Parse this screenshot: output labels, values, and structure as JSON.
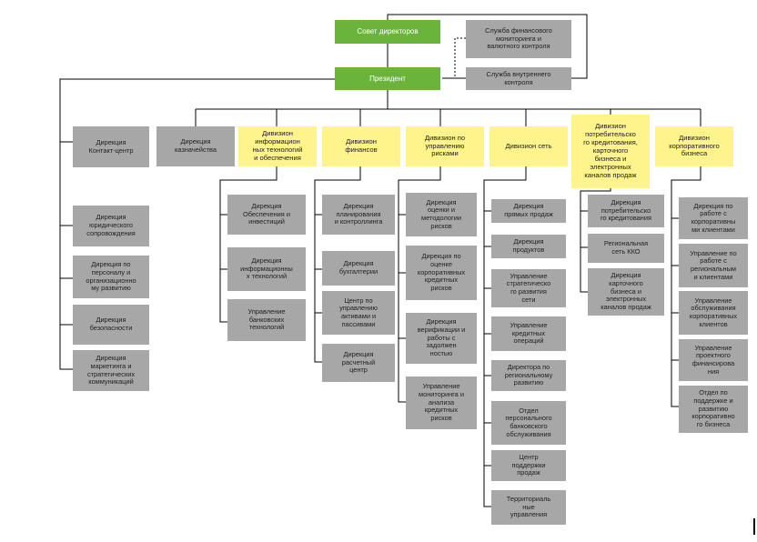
{
  "nodes": {
    "board": "Совет директоров",
    "president": "Президент",
    "fin_monitoring": "Служба финансового\nмониторинга и\nвалютного контроля",
    "internal_control": "Служба внутреннего\nконтроля",
    "contact_center": "Дирекция\nКонтакт-центр",
    "legal": "Дирекция\nюридического\nсопровождения",
    "hr": "Дирекция по\nперсоналу и\nорганизационно\nму развитию",
    "security": "Дирекция\nбезопасности",
    "marketing": "Дирекция\nмаркетинга и\nстратегических\nкоммуникаций",
    "treasury": "Дирекция\nказначейства",
    "it_div": "Дивизион\nинформацион\nных технологий\nи обеспечения",
    "it_supply": "Дирекция\nОбеспечения и\nинвестиций",
    "it_dir": "Дирекция\nинформационны\nх технологий",
    "bank_tech": "Управление\nбанковских\nтехнологий",
    "fin_div": "Дивизион\nфинансов",
    "planning": "Дирекция\nпланирования\nи контроллинга",
    "accounting": "Дирекция\nбухгалтерии",
    "alm": "Центр по\nуправлению\nактивами и\nпассивами",
    "settlement": "Дирекция\nрасчетный\nцентр",
    "risk_div": "Дивизион по\nуправлению\nрисками",
    "risk_assess": "Дирекция\nоценки и\nметодологии\nрисков",
    "corp_credit_risk": "Дирекция по\nоценке\nкорпоративных\nкредитных\nрисков",
    "verification": "Дирекция\nверификации и\nработы с\nзадолжен\nностью",
    "credit_monitoring": "Управление\nмониторинга и\nанализа\nкредитных\nрисков",
    "network_div": "Дивизион сеть",
    "direct_sales": "Дирекция\nпрямых продаж",
    "products": "Дирекция\nпродуктов",
    "network_strategy": "Управление\nстратегическо\nго развития\nсети",
    "credit_ops": "Управление\nкредитных\nопераций",
    "regional_dev": "Директора по\nрегиональному\nразвитию",
    "personal_service": "Отдел\nперсонального\nбанковского\nобслуживания",
    "sales_support": "Центр\nподдержки\nпродаж",
    "territorial": "Территориаль\nные\nуправления",
    "consumer_div": "Дивизион\nпотребительско\nго кредитования,\nкарточного\nбизнеса и\nэлектронных\nканалов продаж",
    "consumer_credit": "Дирекция\nпотребительско\nго кредитования",
    "kko_network": "Региональная\nсеть ККО",
    "card_business": "Дирекция\nкарточного\nбизнеса и\nэлектронных\nканалов продаж",
    "corp_div": "Дивизион\nкорпоративного\nбизнеса",
    "corp_clients": "Дирекция по\nработе с\nкорпоративны\nми клиентами",
    "regional_clients": "Управление по\nработе с\nрегиональным\nи клиентами",
    "corp_service": "Управление\nобслуживания\nкорпоративных\nклиентов",
    "project_finance": "Управление\nпроектного\nфинансирова\nния",
    "corp_support": "Отдел по\nподдержке и\nразвитию\nкорпоративно\nго бизнеса"
  },
  "colors": {
    "board_level": "#6ab43b",
    "division": "#fff38c",
    "unit": "#a7a7a7",
    "line": "#000000"
  }
}
